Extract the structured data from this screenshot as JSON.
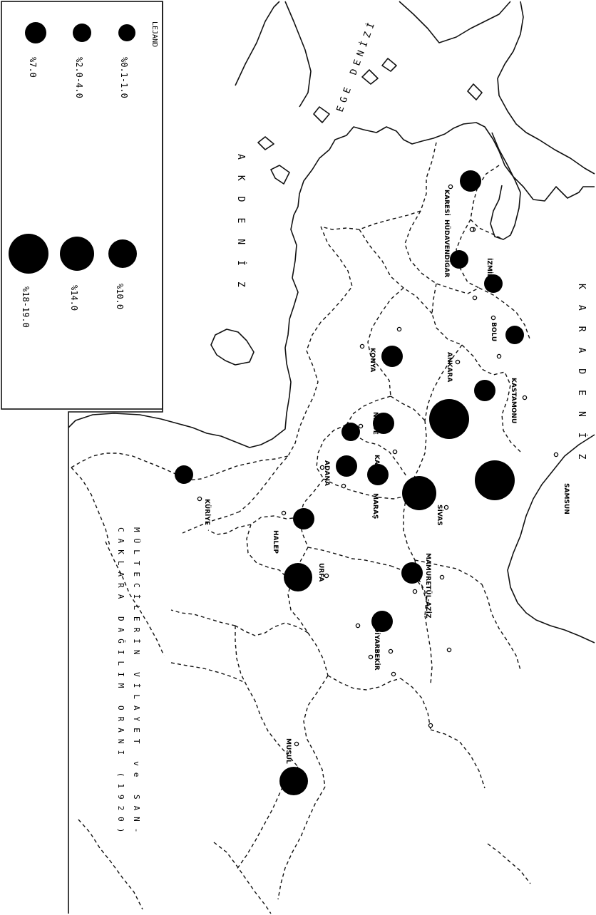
{
  "title": {
    "line1": "MÜLTECİLERİN VİLAYET ve SAN-",
    "line2": "CAKLARA DAĞILIM ORANI (1920)"
  },
  "legend": {
    "heading": "LEJAND",
    "items": [
      {
        "label": "%0.1-1.0",
        "level": 1
      },
      {
        "label": "%2.0-4.0",
        "level": 2
      },
      {
        "label": "%7.0",
        "level": 3
      },
      {
        "label": "%10.0",
        "level": 4
      },
      {
        "label": "%14.0",
        "level": 5
      },
      {
        "label": "%18-19.0",
        "level": 6
      }
    ]
  },
  "seas": {
    "black_sea": "KARADENİZ",
    "mediterranean": "AKDENİZ",
    "aegean": "EGE DENİZİ"
  },
  "regions": [
    {
      "name": "KARESİ",
      "level": 3
    },
    {
      "name": "HÜDAVENDİGAR",
      "level": 2
    },
    {
      "name": "İZMİD",
      "level": 2
    },
    {
      "name": "BOLU",
      "level": 2
    },
    {
      "name": "KASTAMONU",
      "level": 3
    },
    {
      "name": "ANKARA",
      "level": 6
    },
    {
      "name": "KONYA",
      "level": 3
    },
    {
      "name": "NİĞDE",
      "level": 2
    },
    {
      "name": "KAYSERİ",
      "level": 3
    },
    {
      "name": "SAMSUN",
      "level": 6
    },
    {
      "name": "SİVAS",
      "level": 5
    },
    {
      "name": "MARAŞ",
      "level": 3
    },
    {
      "name": "ADANA",
      "level": 3
    },
    {
      "name": "KÜRİYE",
      "level": 2
    },
    {
      "name": "HALEP",
      "level": 3
    },
    {
      "name": "URFA",
      "level": 4
    },
    {
      "name": "MAMURETÜL-AZİZ",
      "level": 3
    },
    {
      "name": "DİYARBEKİR",
      "level": 3
    },
    {
      "name": "MUSUL",
      "level": 4
    }
  ]
}
